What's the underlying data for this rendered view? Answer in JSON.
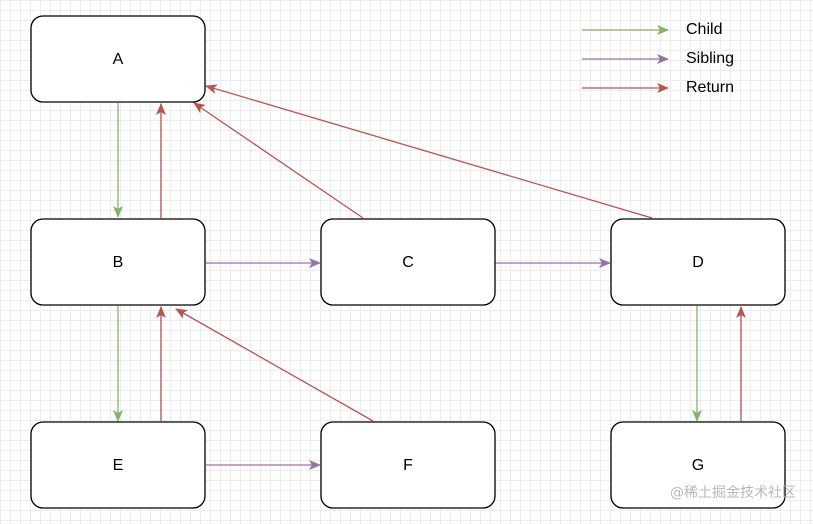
{
  "nodes": {
    "a": "A",
    "b": "B",
    "c": "C",
    "d": "D",
    "e": "E",
    "f": "F",
    "g": "G"
  },
  "legend": {
    "child": "Child",
    "sibling": "Sibling",
    "return": "Return"
  },
  "colors": {
    "child": "#82b366",
    "sibling": "#9673a6",
    "return": "#b85450"
  },
  "watermark": "@稀土掘金技术社区"
}
